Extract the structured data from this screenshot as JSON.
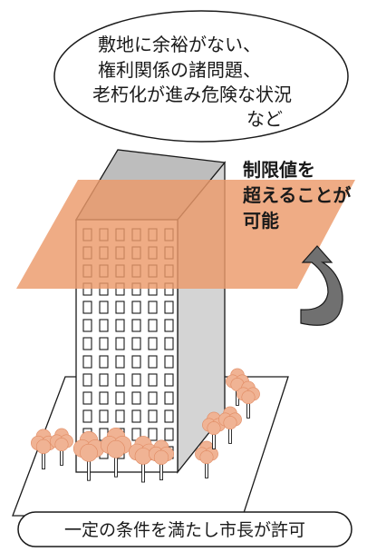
{
  "callout": {
    "line1": "敷地に余裕がない、",
    "line2": "権利関係の諸問題、",
    "line3": "老朽化が進み危険な状況",
    "line4": "など"
  },
  "annotation": {
    "line1": "制限値を",
    "line2": "超えることが",
    "line3": "可能"
  },
  "caption": "一定の条件を満たし市長が許可",
  "colors": {
    "plane": "#ec9a6a",
    "building_top": "#bdbdbd",
    "building_front": "#ffffff",
    "building_side": "#d4d4d4",
    "arrow": "#707070",
    "tree": "#f0b394",
    "outline": "#1a1a1a"
  }
}
